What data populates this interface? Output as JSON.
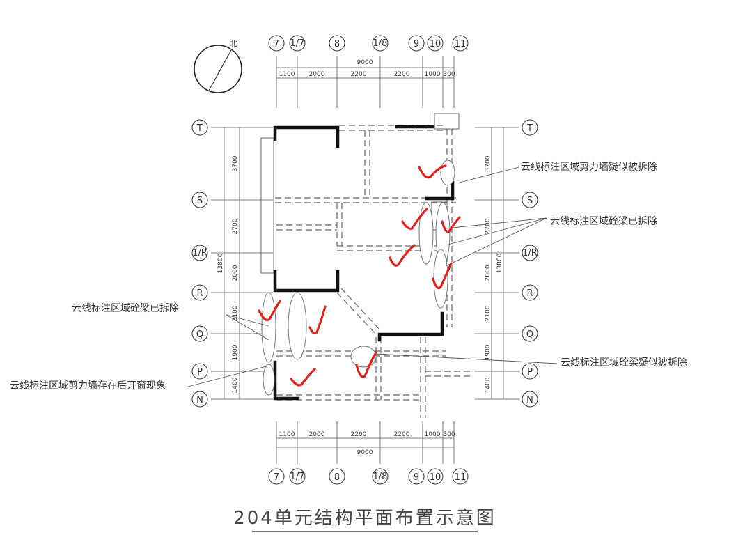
{
  "drawing": {
    "title": "204单元结构平面布置示意图",
    "north_label": "北"
  },
  "axes": {
    "top": [
      "7",
      "1/7",
      "8",
      "1/8",
      "9",
      "10",
      "11"
    ],
    "bottom": [
      "7",
      "1/7",
      "8",
      "1/8",
      "9",
      "10",
      "11"
    ],
    "left": [
      "T",
      "S",
      "1/R",
      "R",
      "Q",
      "P",
      "N"
    ],
    "right": [
      "T",
      "S",
      "1/R",
      "R",
      "Q",
      "P",
      "N"
    ]
  },
  "dimensions": {
    "horizontal_segments": [
      "1100",
      "2000",
      "2200",
      "2200",
      "1000",
      "300"
    ],
    "horizontal_total": "9000",
    "vertical_segments": [
      "3700",
      "2700",
      "2000",
      "2100",
      "1900",
      "1400"
    ],
    "vertical_total": "13800"
  },
  "callouts": {
    "shear_wall_removed": "云线标注区域剪力墙疑似被拆除",
    "beam_removed_right": "云线标注区域砼梁已拆除",
    "beam_removed_left": "云线标注区域砼梁已拆除",
    "shear_wall_window": "云线标注区域剪力墙存在后开窗现象",
    "beam_suspected": "云线标注区域砼梁疑似被拆除"
  },
  "marks": {
    "check_color": "#e0201b",
    "wall_color": "#111111",
    "line_color": "#555555"
  }
}
